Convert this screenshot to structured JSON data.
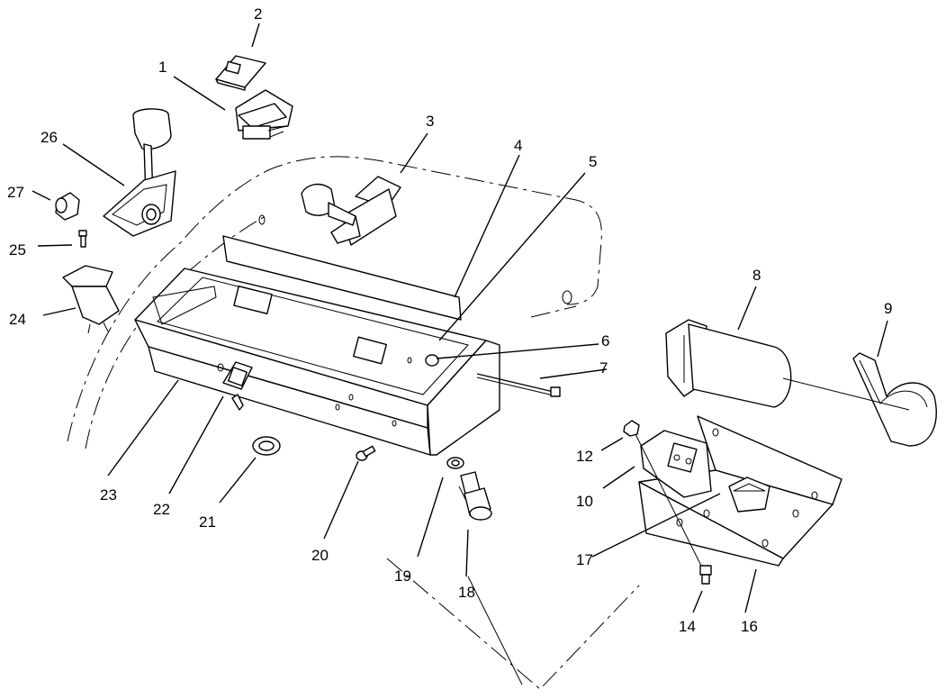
{
  "callouts": [
    "1",
    "2",
    "3",
    "4",
    "5",
    "6",
    "7",
    "8",
    "9",
    "10",
    "12",
    "14",
    "16",
    "17",
    "18",
    "19",
    "20",
    "21",
    "22",
    "23",
    "24",
    "25",
    "26",
    "27"
  ]
}
